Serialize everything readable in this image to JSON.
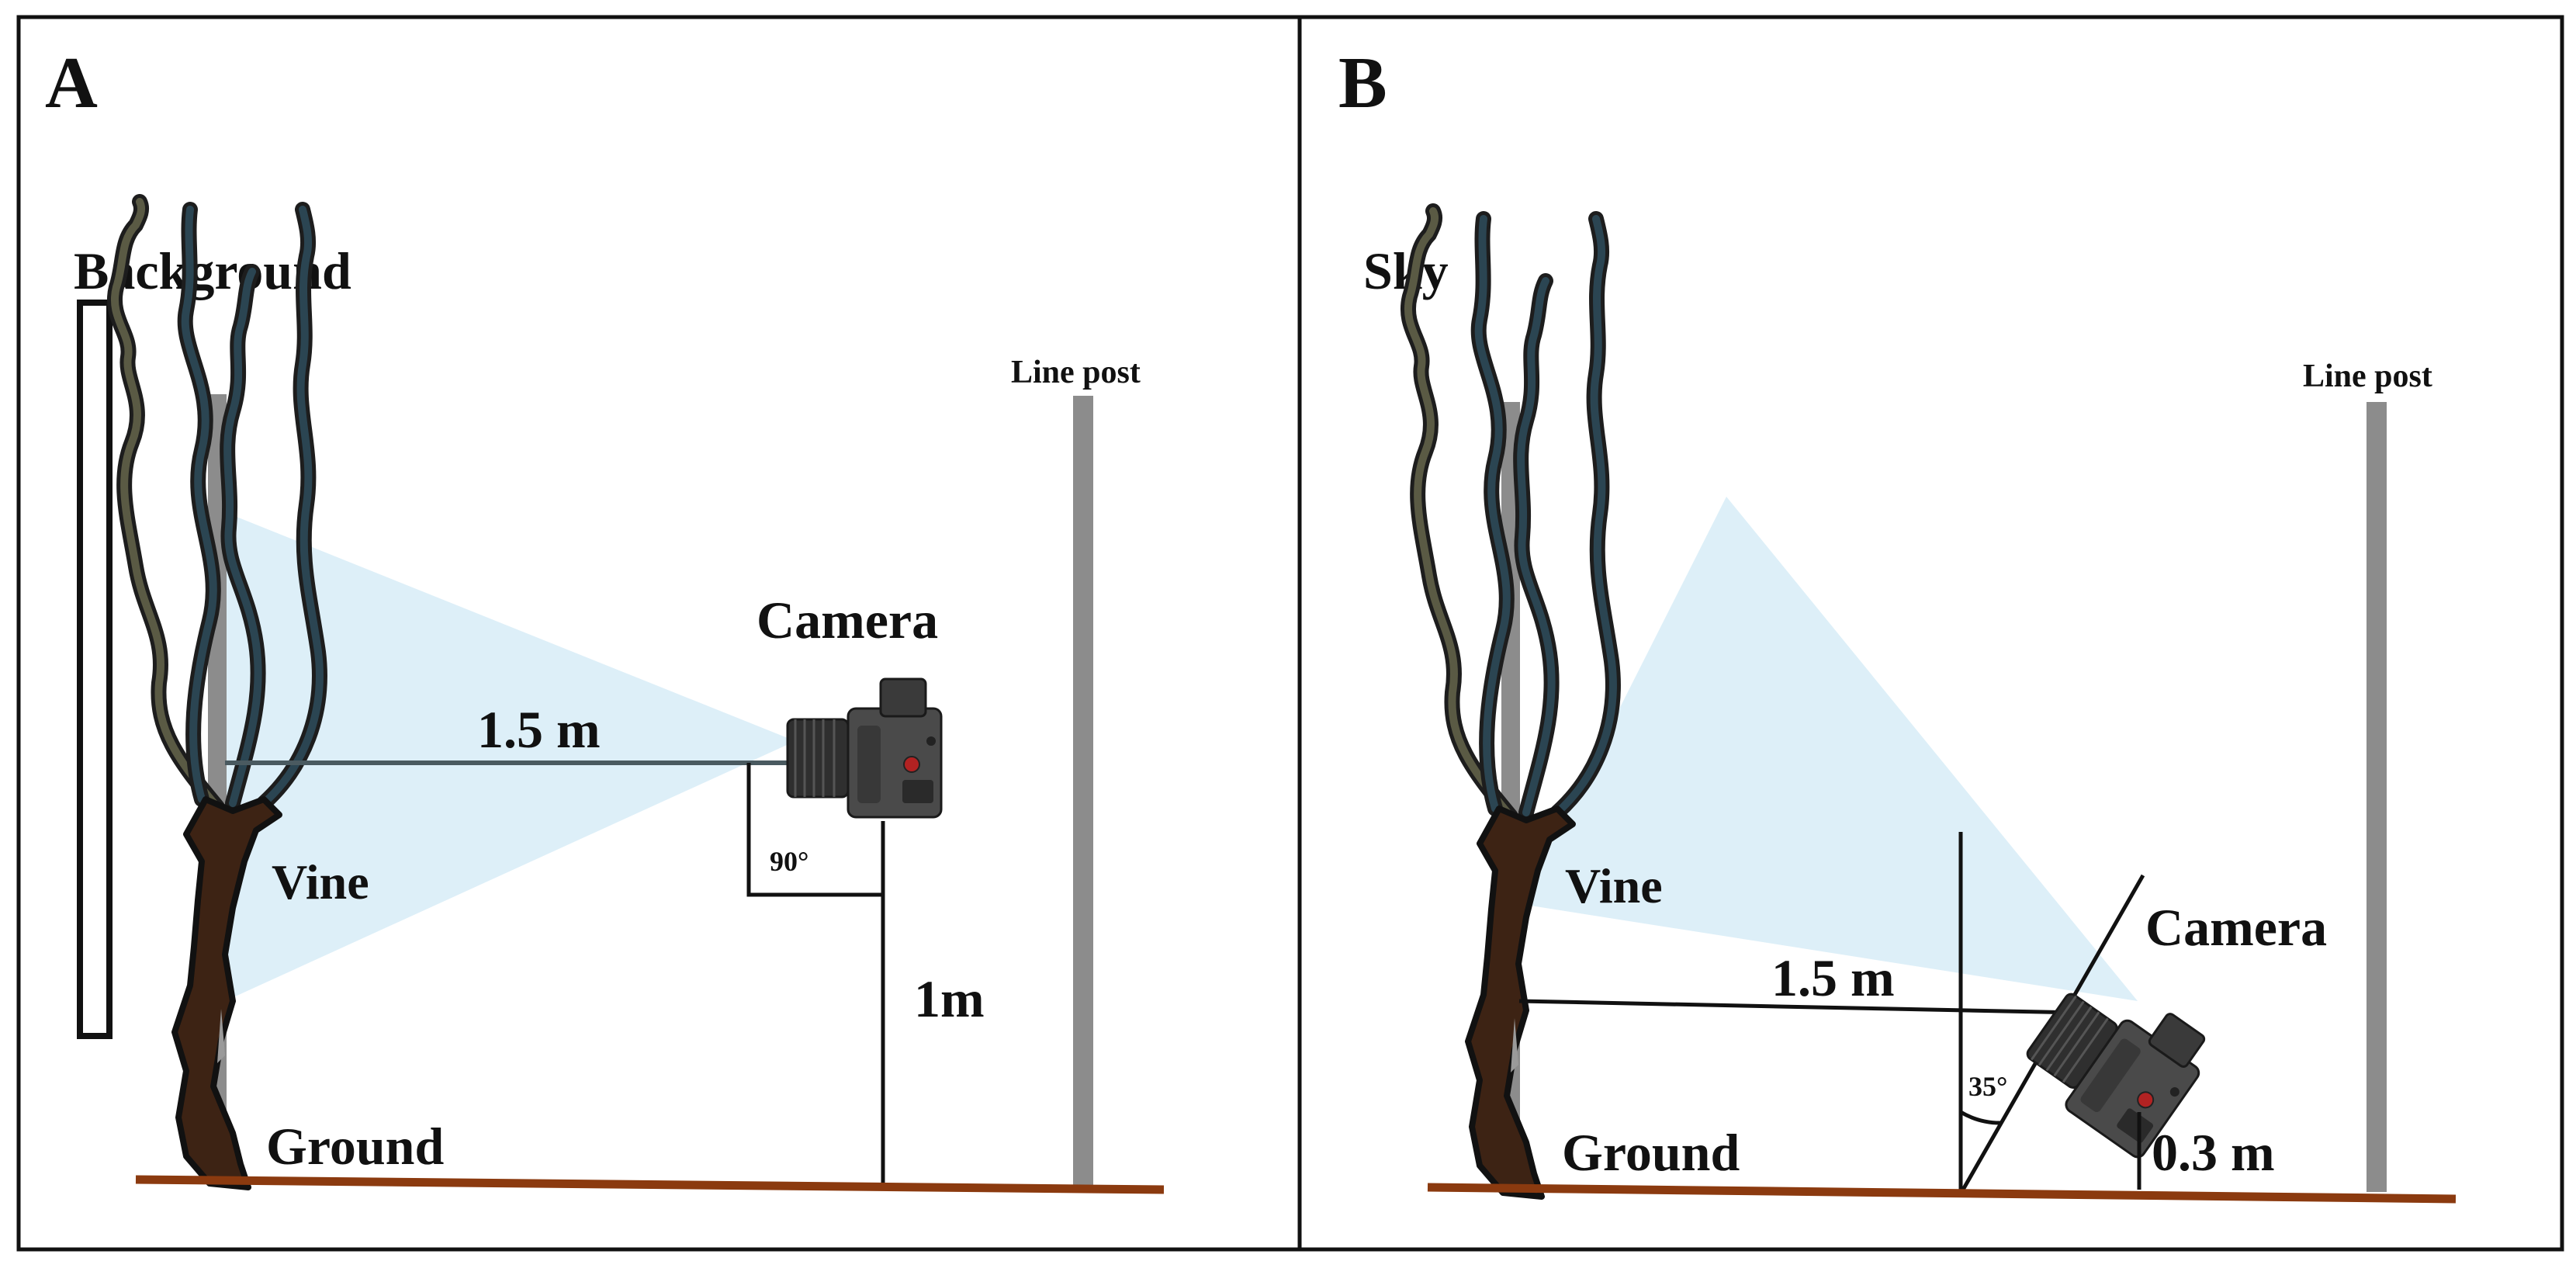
{
  "panel_a": {
    "letter": "A",
    "background_label": "Background",
    "line_post_label": "Line post",
    "camera_label": "Camera",
    "distance_label": "1.5 m",
    "angle_label": "90°",
    "height_label": "1m",
    "vine_label": "Vine",
    "ground_label": "Ground"
  },
  "panel_b": {
    "letter": "B",
    "sky_label": "Sky",
    "line_post_label": "Line post",
    "camera_label": "Camera",
    "distance_label": "1.5 m",
    "angle_label": "35°",
    "height_label": "0.3 m",
    "vine_label": "Vine",
    "ground_label": "Ground"
  },
  "colors": {
    "frame": "#111111",
    "ground": "#8B3A0F",
    "post": "#8C8C8C",
    "trunk": "#3D2314",
    "cane": "#2B4552",
    "camera_body": "#3C3C3C",
    "field_of_view": "#DDEFF8"
  },
  "icons": [
    "camera-icon",
    "vine-icon",
    "line-post-icon",
    "background-board-icon"
  ]
}
